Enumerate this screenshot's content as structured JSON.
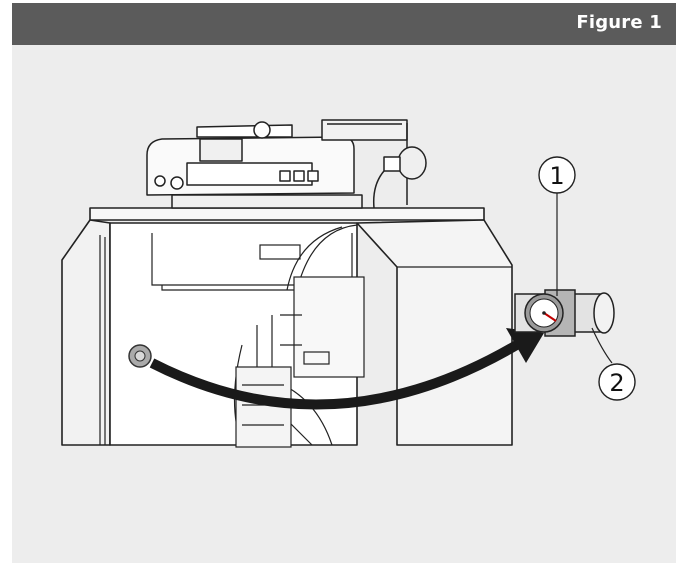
{
  "header": {
    "title": "Figure 1"
  },
  "callouts": {
    "one": "1",
    "two": "2"
  },
  "colors": {
    "header_bg": "#5b5b5b",
    "panel_bg": "#ededed",
    "line": "#222222",
    "arrow": "#1a1a1a"
  }
}
